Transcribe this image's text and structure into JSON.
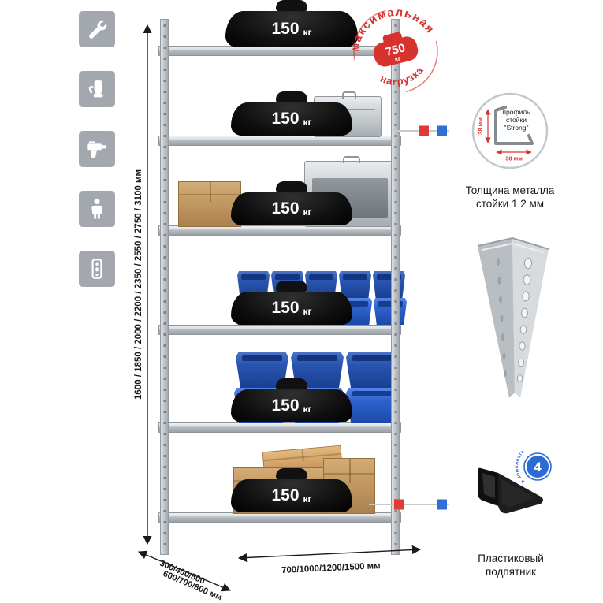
{
  "colors": {
    "stamp_red": "#d6332f",
    "marker_red": "#e23b34",
    "marker_blue": "#2f6fd6",
    "bin_blue": "#2b5fc7",
    "icon_gray": "#a2a8ae",
    "metal_gray": "#c3c8cc"
  },
  "icons": [
    "wrench-icon",
    "gloves-icon",
    "drill-icon",
    "person-icon",
    "perforated-profile-icon"
  ],
  "shelf_weight": {
    "value": "150",
    "unit": "кг"
  },
  "stamp": {
    "arc_top": "максимальная",
    "arc_bottom": "нагрузка",
    "weight_value": "750",
    "weight_unit": "кг"
  },
  "dimensions": {
    "height": "1600 / 1850 / 2000 / 2200 / 2350 / 2550 / 2750 / 3100 мм",
    "depth_line1": "300/400/500",
    "depth_line2": "600/700/800 мм",
    "width": "700/1000/1200/1500 мм"
  },
  "profile_callout": {
    "title_line1": "профиль",
    "title_line2": "стойки",
    "title_line3": "\"Strong\"",
    "dim_vertical": "38 мм",
    "dim_horizontal": "38 мм",
    "caption": "Толщина металла стойки 1,2 мм"
  },
  "foot_callout": {
    "badge_number": "4",
    "badge_ring_text": "в комплекте",
    "caption": "Пластиковый подпятник"
  }
}
